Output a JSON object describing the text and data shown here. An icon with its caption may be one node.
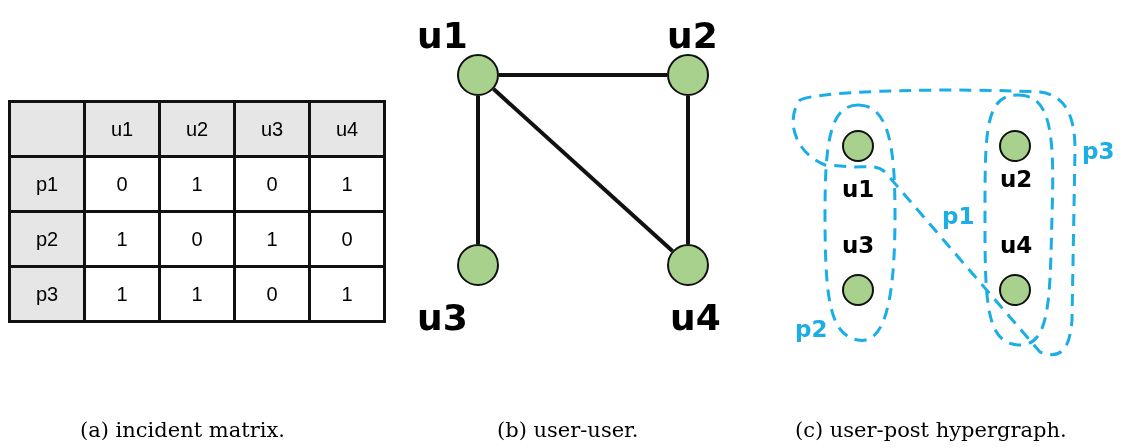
{
  "diagram": {
    "nodes": [
      {
        "text": [
          "u1"
        ]
      },
      {
        "text": [
          "u2"
        ]
      },
      {
        "text": [
          "u3"
        ]
      },
      {
        "text": [
          "u4"
        ]
      },
      {
        "text": [
          "p1"
        ],
        "in": 6
      },
      {
        "text": [
          "p2"
        ]
      },
      {
        "text": [
          "p3"
        ]
      },
      {
        "text": [
          "u1"
        ],
        "in": 5
      },
      {
        "text": [
          "u2"
        ],
        "in": 4
      },
      {
        "text": [
          "u3"
        ],
        "in": 5
      },
      {
        "text": [
          "u4"
        ],
        "in": 4
      }
    ],
    "edges": [
      {
        "from": 0,
        "to": 1,
        "arrow": "none"
      },
      {
        "from": 0,
        "to": 2,
        "arrow": "none"
      },
      {
        "from": 0,
        "to": 3,
        "arrow": "none"
      },
      {
        "from": 1,
        "to": 3,
        "arrow": "none"
      }
    ],
    "labels": [
      "u1",
      "u2",
      "u3",
      "u4",
      "p1",
      "0",
      "1",
      "0",
      "1",
      "p2",
      "1",
      "0",
      "1",
      "0",
      "p3",
      "1",
      "1",
      "0",
      "1",
      "(a) incident matrix.",
      "(b) user-user.",
      "(c) user-post hypergraph."
    ]
  }
}
